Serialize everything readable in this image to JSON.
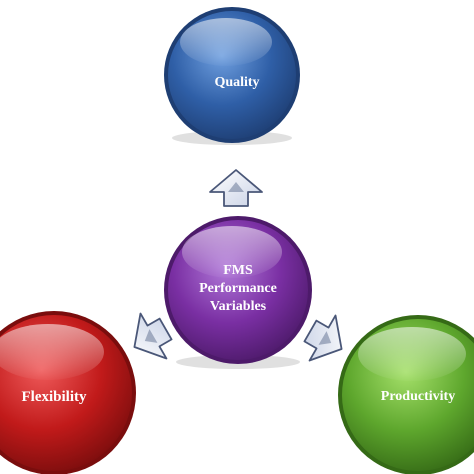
{
  "diagram": {
    "center": {
      "lines": [
        "FMS",
        "Performance",
        "Variables"
      ],
      "color": "#7a2fa3"
    },
    "nodes": [
      {
        "key": "quality",
        "label": "Quality",
        "color": "#2b5aa0"
      },
      {
        "key": "flexibility",
        "label": "Flexibility",
        "color": "#c11a1a"
      },
      {
        "key": "productivity",
        "label": "Productivity",
        "color": "#5ea72d"
      }
    ],
    "arrows": {
      "fill": "#eef1f7",
      "stroke": "#4a5778"
    }
  }
}
